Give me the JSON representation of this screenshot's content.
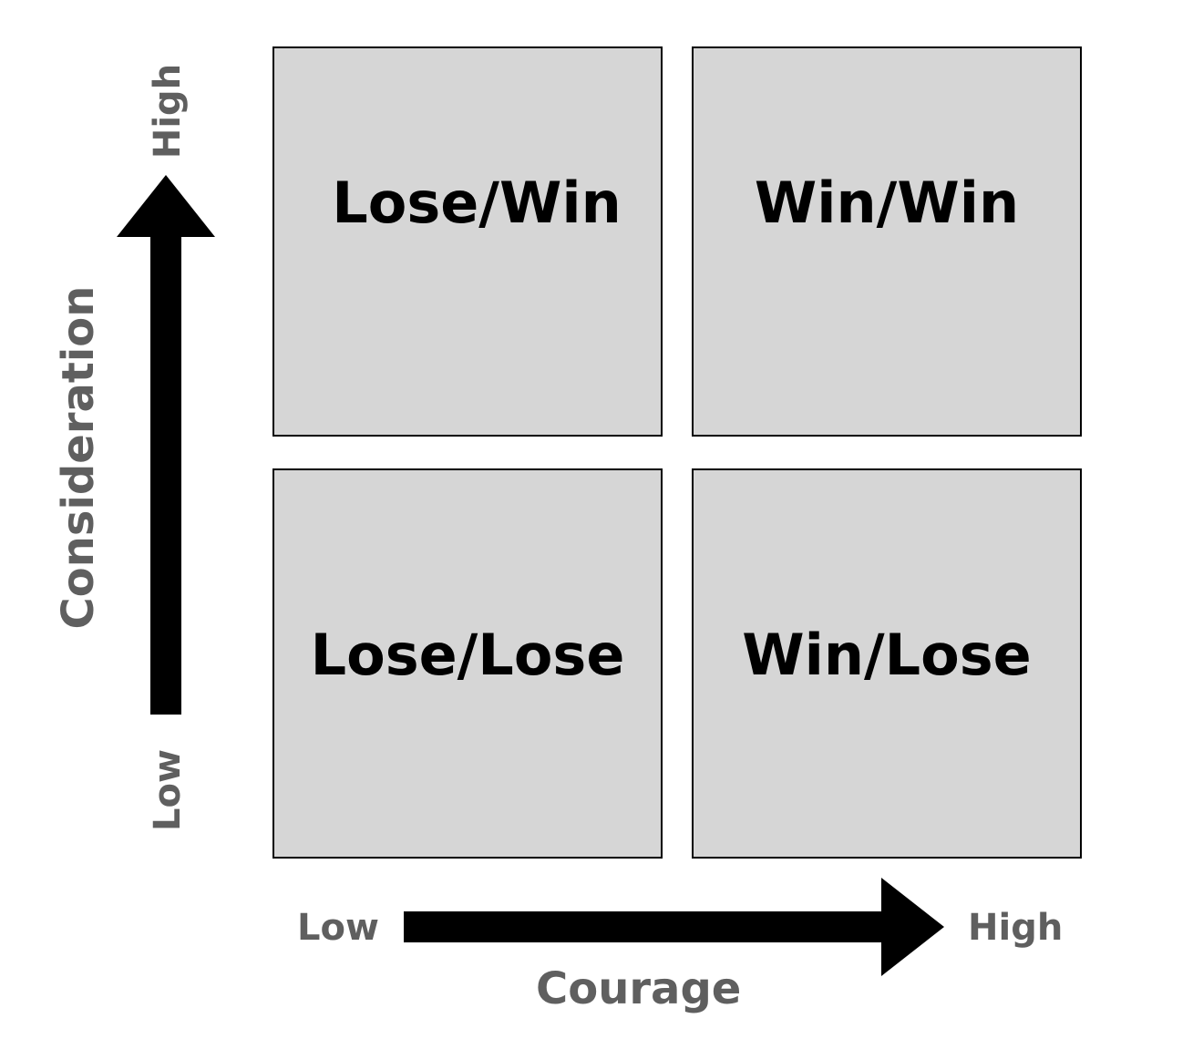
{
  "quadrants": {
    "top_left": "Lose/Win",
    "top_right": "Win/Win",
    "bottom_left": "Lose/Lose",
    "bottom_right": "Win/Lose"
  },
  "x_axis": {
    "title": "Courage",
    "low_label": "Low",
    "high_label": "High"
  },
  "y_axis": {
    "title": "Consideration",
    "low_label": "Low",
    "high_label": "High"
  },
  "colors": {
    "quadrant_fill": "#d6d6d6",
    "quadrant_border": "#000000",
    "axis_text": "#5f5f5f",
    "arrow": "#000000"
  }
}
